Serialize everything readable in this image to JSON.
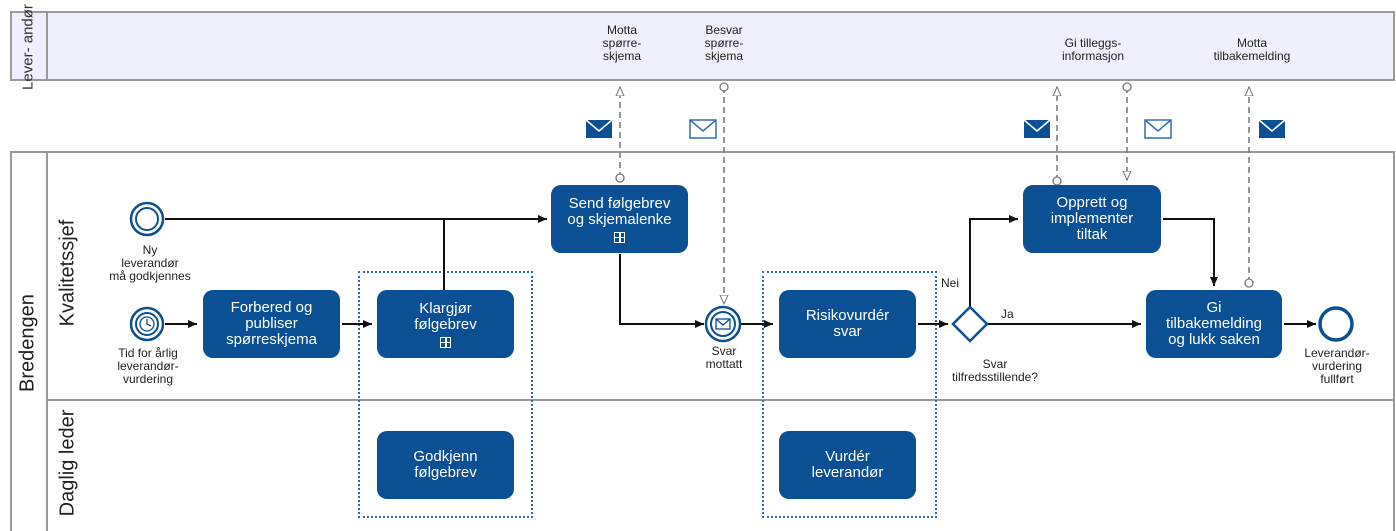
{
  "pools": {
    "supplier": {
      "label": "Lever-\nandør"
    },
    "company": {
      "label": "Bredengen"
    }
  },
  "lanes": {
    "quality_manager": "Kvalitetssjef",
    "general_manager": "Daglig\nleder"
  },
  "tasks": {
    "prepare_publish": "Forbered og\npubliser\nspørreskjema",
    "prepare_letter": "Klargjør\nfølgebrev",
    "send_letter": "Send følgebrev\nog skjemalenke",
    "risk_assess": "Risikovurdér\nsvar",
    "create_implement": "Opprett og\nimplementer\ntiltak",
    "give_feedback": "Gi\ntilbakemelding\nog lukk saken",
    "approve_letter": "Godkjenn\nfølgebrev",
    "assess_supplier": "Vurdér\nleverandør"
  },
  "events": {
    "new_supplier": "Ny\nleverandør\nmå godkjennes",
    "annual_timer": "Tid for årlig\nleverandør-\nvurdering",
    "reply_received": "Svar\nmottatt",
    "end": "Leverandør-\nvurdering\nfullført"
  },
  "gateway": {
    "label": "Svar\ntilfredsstillende?",
    "no": "Nei",
    "yes": "Ja"
  },
  "supplier_activities": {
    "receive_questionnaire": "Motta\nspørre-\nskjema",
    "answer_questionnaire": "Besvar\nspørre-\nskjema",
    "give_additional_info": "Gi tilleggs-\ninformasjon",
    "receive_feedback": "Motta\ntilbakemelding"
  },
  "icons": {
    "message_filled": "envelope-filled-icon",
    "message_outline": "envelope-outline-icon",
    "timer": "timer-icon",
    "subprocess": "plus-square-icon"
  },
  "colors": {
    "task_fill": "#0b4f94",
    "lane_bg": "#eef0fb",
    "border": "#9a9a9a",
    "group_border": "#2b6cb0"
  }
}
